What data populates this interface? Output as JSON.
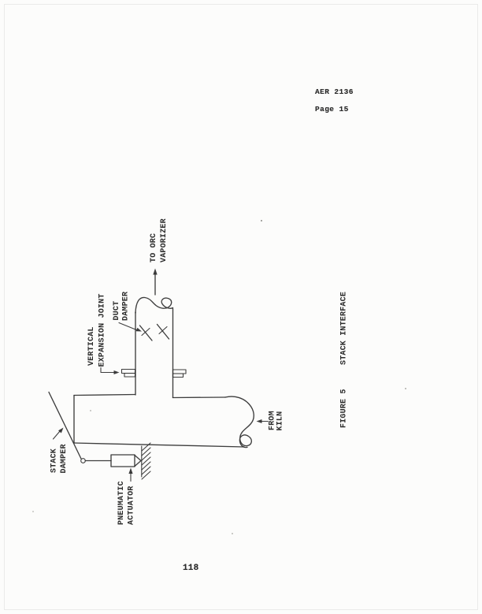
{
  "page": {
    "doc_ref": "AER 2136",
    "page_label": "Page 15",
    "folio": "118"
  },
  "figure": {
    "caption_label": "FIGURE 5",
    "caption_title": "STACK INTERFACE",
    "labels": {
      "destination": {
        "line1": "TO ORC",
        "line2": "VAPORIZER"
      },
      "expansion_joint": {
        "line1": "VERTICAL",
        "line2": "EXPANSION JOINT"
      },
      "duct_damper": {
        "line1": "DUCT",
        "line2": "DAMPER"
      },
      "stack_damper": {
        "line1": "STACK",
        "line2": "DAMPER"
      },
      "actuator": {
        "line1": "PNEUMATIC",
        "line2": "ACTUATOR"
      },
      "source": {
        "line1": "FROM",
        "line2": "KILN"
      }
    }
  },
  "colors": {
    "ink": "#2b2b2b",
    "paper": "#fcfcfb"
  }
}
